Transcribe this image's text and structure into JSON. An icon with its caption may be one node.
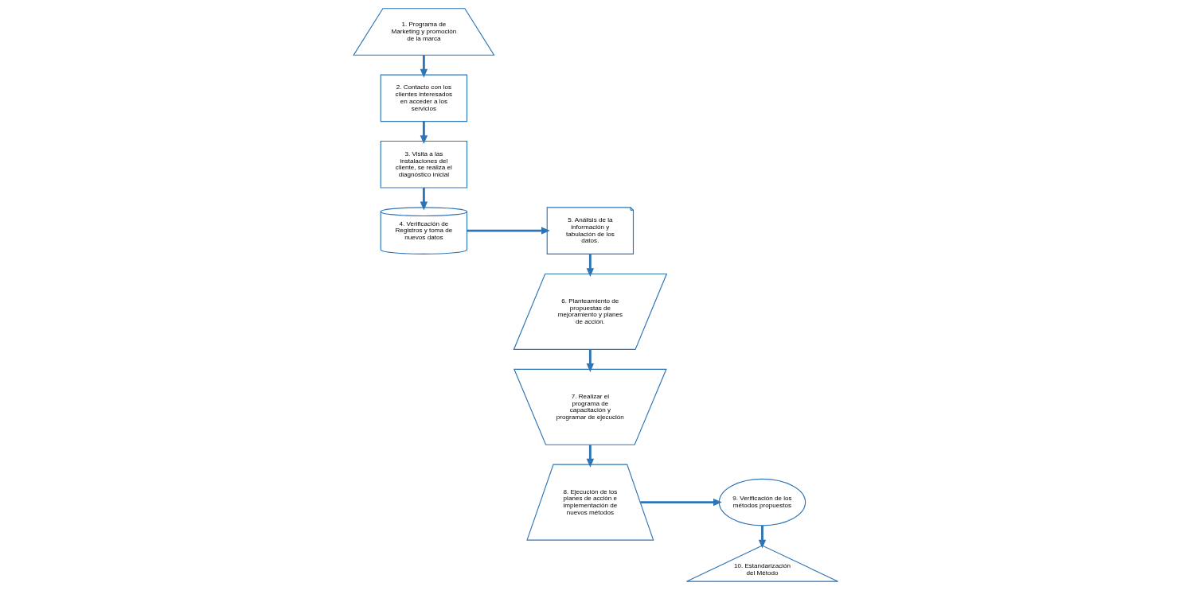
{
  "diagram": {
    "nodes": [
      {
        "text": [
          "1. Programa de Marketing y promoción de la marca"
        ]
      },
      {
        "text": [
          "2. Contacto con los clientes interesados en acceder a los servicios"
        ]
      },
      {
        "text": [
          "3. Visita a las instalaciones del cliente, se realiza el diagnóstico inicial"
        ]
      },
      {
        "text": [
          "4. Verificación de Registros y toma de nuevos datos"
        ]
      },
      {
        "text": [
          "5. Análisis de la información y tabulación de los datos."
        ]
      },
      {
        "text": [
          "6. Planteamiento de propuestas de mejoramiento y planes de acción."
        ]
      },
      {
        "text": [
          "7. Realizar el programa de capacitación y programar de ejecución"
        ]
      },
      {
        "text": [
          "8. Ejecución de los planes de acción e implementación de nuevos métodos"
        ]
      },
      {
        "text": [
          "9. Verificación de los métodos propuestos"
        ]
      },
      {
        "text": [
          "10. Estandarización del Método"
        ]
      }
    ],
    "edges": [
      {
        "from": 0,
        "to": 1,
        "arrow": "to"
      },
      {
        "from": 1,
        "to": 2,
        "arrow": "to"
      },
      {
        "from": 2,
        "to": 3,
        "arrow": "to"
      },
      {
        "from": 3,
        "to": 4,
        "arrow": "to"
      },
      {
        "from": 4,
        "to": 5,
        "arrow": "to"
      },
      {
        "from": 5,
        "to": 6,
        "arrow": "to"
      },
      {
        "from": 6,
        "to": 7,
        "arrow": "to"
      },
      {
        "from": 7,
        "to": 8,
        "arrow": "to"
      },
      {
        "from": 8,
        "to": 9,
        "arrow": "to"
      }
    ]
  }
}
